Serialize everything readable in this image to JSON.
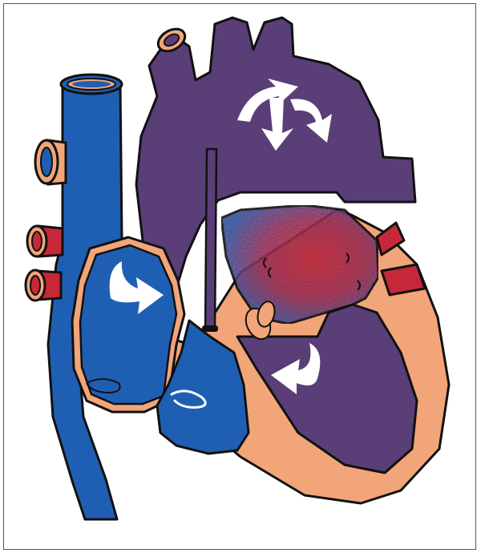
{
  "diagram": {
    "subject": "heart-cross-section",
    "colors": {
      "deoxygenated_blood": "#1f5fb3",
      "mixed_blood": "#5a3e78",
      "oxygenated_vessel": "#c6283a",
      "myocardium": "#f2a579",
      "outline": "#111111",
      "flow_arrow": "#ffffff",
      "border": "#555555"
    },
    "icons": [
      "curved-flow-arrow",
      "split-flow-arrow",
      "shunt-swirl"
    ]
  }
}
